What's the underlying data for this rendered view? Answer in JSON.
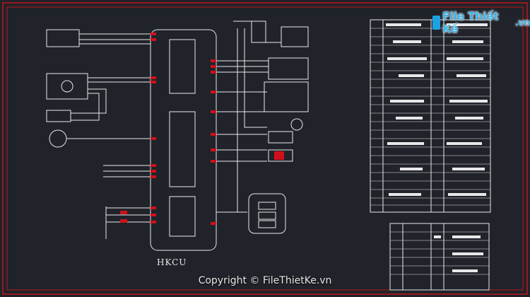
{
  "watermark": {
    "brand": "File Thiết Kế",
    "domain_suffix": ".vn",
    "copyright": "Copyright © FileThietKe.vn"
  },
  "diagram": {
    "ecu_label": "HKCU",
    "colors": {
      "background": "#20232a",
      "frame": "#c0161c",
      "wire": "#e8e8e8",
      "terminal": "#d0101a",
      "logo": "#1da1e2"
    }
  }
}
